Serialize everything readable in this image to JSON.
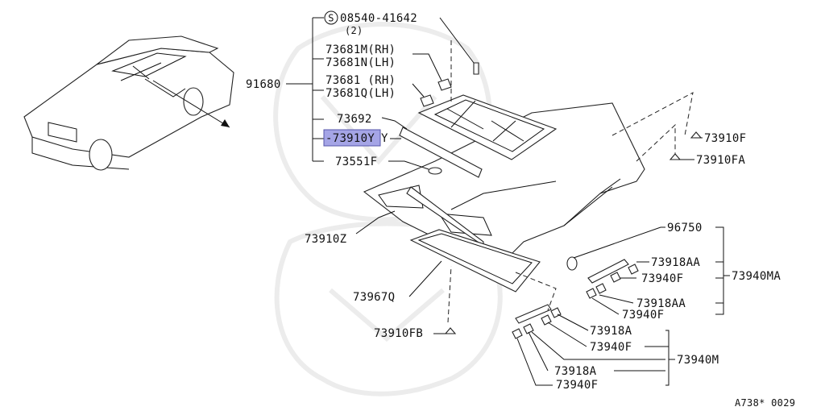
{
  "labels": {
    "screw_part": "08540-41642",
    "screw_qty": "(2)",
    "hinge_m": "73681M(RH)",
    "hinge_n": "73681N(LH)",
    "hinge_rh": "73681 (RH)",
    "hinge_q": "73681Q(LH)",
    "assy": "91680",
    "p73692": "73692",
    "p73910y": "-73910Y",
    "p73551f": "73551F",
    "p73910f": "73910F",
    "p73910fa": "73910FA",
    "p73910z": "73910Z",
    "p73967q": "73967Q",
    "p73910fb": "73910FB",
    "p96750": "96750",
    "p73918aa_1": "73918AA",
    "p73940f_1": "73940F",
    "p73940ma": "73940MA",
    "p73918aa_2": "73918AA",
    "p73940f_2": "73940F",
    "p73918a_1": "73918A",
    "p73940f_3": "73940F",
    "p73940m": "73940M",
    "p73918a_2": "73918A",
    "p73940f_4": "73940F",
    "code": "A738* 0029"
  },
  "colors": {
    "highlight": "#a5a5e6",
    "ink": "#111111",
    "watermark": "#ececec"
  },
  "icons": {
    "screw_symbol": "circled-s-icon"
  }
}
